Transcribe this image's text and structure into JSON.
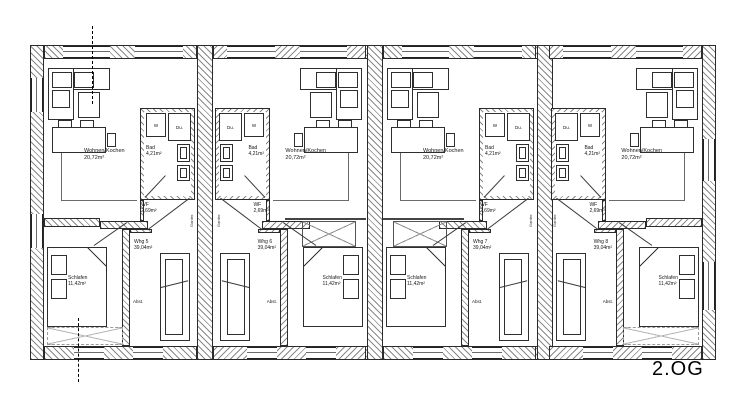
{
  "floor_label": "2.OG",
  "drawing_type": "floor-plan",
  "colors": {
    "line": "#2b2b2b",
    "hatch": "#8a8a8a",
    "background": "#ffffff"
  },
  "units": [
    {
      "name": "Whg 5",
      "area": "39,04m²",
      "mirrored": false,
      "end_unit": true,
      "living": {
        "label": "Wohnen/Kochen",
        "area": "20,72m²"
      },
      "bath": {
        "label": "Bad",
        "area": "4,21m²",
        "washer": "W",
        "shower": "Du."
      },
      "hall": {
        "label": "WF",
        "area": "2,69m²",
        "wardrobe": "Garder."
      },
      "bedroom": {
        "label": "Schlafen",
        "area": "11,42m²"
      },
      "storage": "Abst."
    },
    {
      "name": "Whg 6",
      "area": "39,04m²",
      "mirrored": true,
      "end_unit": false,
      "living": {
        "label": "Wohnen/Kochen",
        "area": "20,72m²"
      },
      "bath": {
        "label": "Bad",
        "area": "4,21m²",
        "washer": "W",
        "shower": "Du."
      },
      "hall": {
        "label": "WF",
        "area": "2,69m²",
        "wardrobe": "Garder."
      },
      "bedroom": {
        "label": "Schlafen",
        "area": "11,42m²"
      },
      "storage": "Abst."
    },
    {
      "name": "Whg 7",
      "area": "39,04m²",
      "mirrored": false,
      "end_unit": false,
      "living": {
        "label": "Wohnen/Kochen",
        "area": "20,72m²"
      },
      "bath": {
        "label": "Bad",
        "area": "4,21m²",
        "washer": "W",
        "shower": "Du."
      },
      "hall": {
        "label": "WF",
        "area": "2,69m²",
        "wardrobe": "Garder."
      },
      "bedroom": {
        "label": "Schlafen",
        "area": "11,42m²"
      },
      "storage": "Abst."
    },
    {
      "name": "Whg 8",
      "area": "39,04m²",
      "mirrored": true,
      "end_unit": true,
      "living": {
        "label": "Wohnen/Kochen",
        "area": "20,72m²"
      },
      "bath": {
        "label": "Bad",
        "area": "4,21m²",
        "washer": "W",
        "shower": "Du."
      },
      "hall": {
        "label": "WF",
        "area": "2,69m²",
        "wardrobe": "Garder."
      },
      "bedroom": {
        "label": "Schlafen",
        "area": "11,42m²"
      },
      "storage": "Abst."
    }
  ]
}
